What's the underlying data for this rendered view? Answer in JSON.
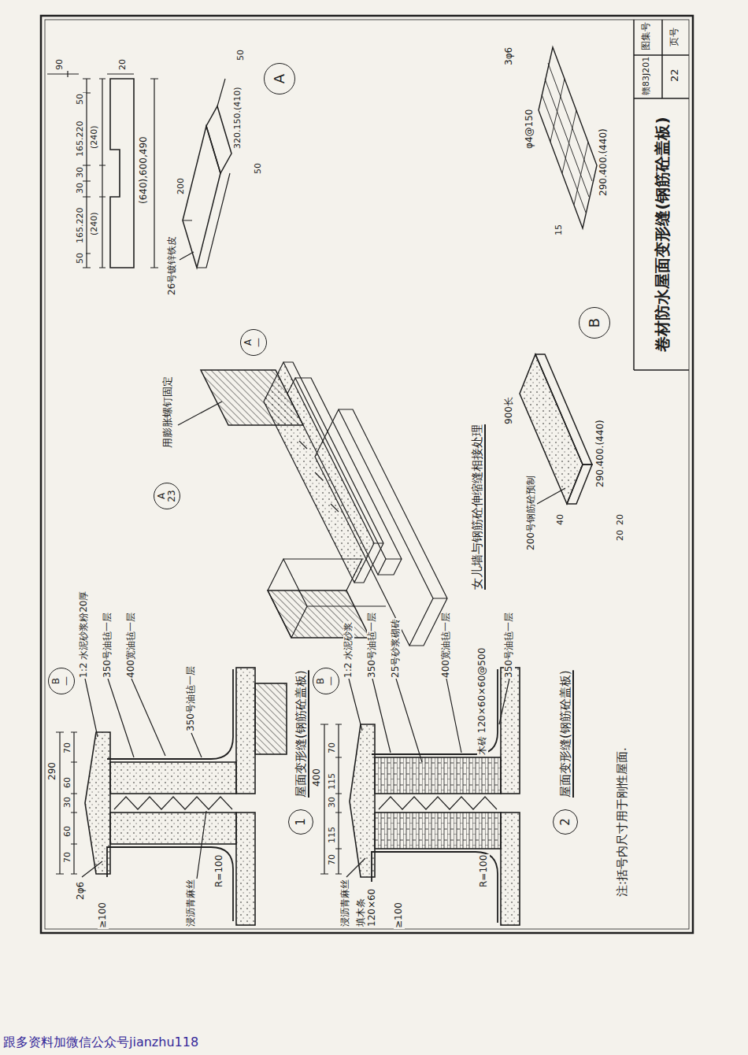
{
  "diagram": {
    "nodes": [
      {
        "text": [
          "卷材防水屋面变形缝(钢筋砼盖板)"
        ]
      },
      {
        "text": [
          "A"
        ]
      },
      {
        "text": [
          "B"
        ]
      },
      {
        "text": [
          "1"
        ]
      },
      {
        "text": [
          "2"
        ]
      },
      {
        "text": [
          "B",
          "—"
        ]
      },
      {
        "text": [
          "B",
          "—"
        ]
      },
      {
        "text": [
          "A",
          "23"
        ]
      },
      {
        "text": [
          "A",
          "—"
        ]
      }
    ],
    "labels": [
      "290",
      "70",
      "60",
      "30",
      "60",
      "70",
      "2φ6",
      "≥100",
      "1:2 水泥砂浆粉20厚",
      "350号油毡一层",
      "400宽油毡一层",
      "350号油毡一层",
      "浸沥青麻丝",
      "R=100",
      "屋面变形缝(钢筋砼盖板)",
      "400",
      "70",
      "115",
      "30",
      "115",
      "70",
      "浸沥青麻丝",
      "填木条 120×60",
      "≥100",
      "R=100",
      "木砖 120×60×60@500",
      "1:2 水泥砂浆",
      "350号油毡一层",
      "25号砂浆砌砖",
      "400宽油毡一层",
      "350号油毡一层",
      "屋面变形缝(钢筋砼盖板)",
      "注:括号内尺寸用于刚性屋面.",
      "用膨胀螺钉固定",
      "女儿墙与钢筋砼伸缩缝相接处理",
      "50",
      "165.220",
      "30",
      "30",
      "165.220",
      "50",
      "(240)",
      "(240)",
      "90",
      "20",
      "(640),600,490",
      "26号镀锌铁皮",
      "200",
      "320.150.(410)",
      "50",
      "50",
      "200号钢筋砼预制",
      "900长",
      "290.400.(440)",
      "40",
      "20",
      "20",
      "φ4@150",
      "3φ6",
      "290.400.(440)",
      "15",
      "图集号",
      "赣83J201",
      "页号",
      "22",
      "跟多资料加微信公众号jianzhu118"
    ]
  }
}
